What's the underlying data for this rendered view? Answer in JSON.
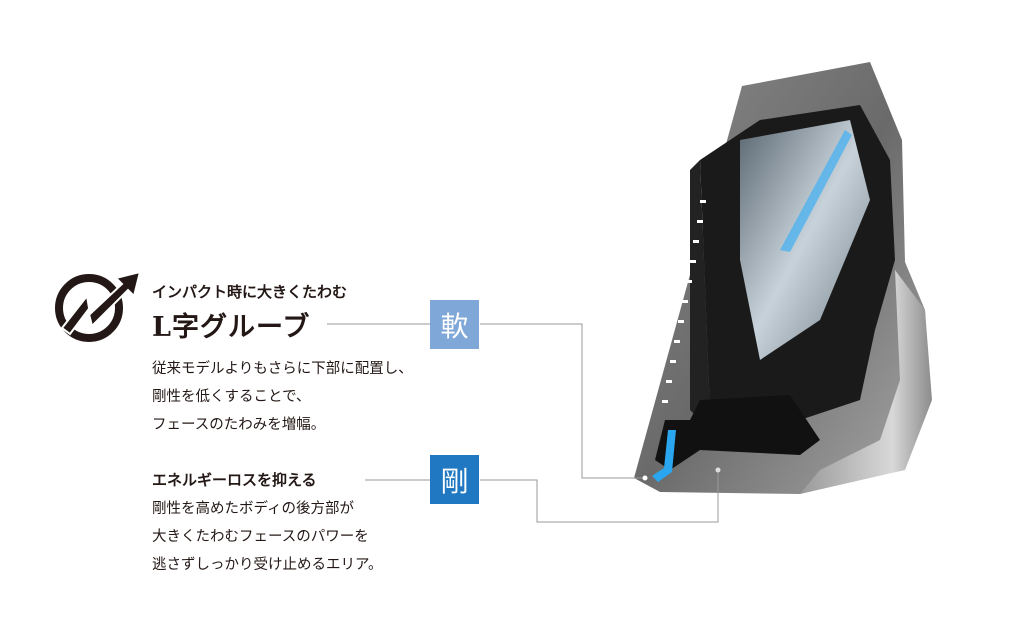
{
  "section1": {
    "subtitle": "インパクト時に大きくたわむ",
    "title": "L字グルーブ",
    "badge": "軟",
    "badge_color": "#7fa7d8",
    "lines": [
      "従来モデルよりもさらに下部に配置し、",
      "剛性を低くすることで、",
      "フェースのたわみを増幅。"
    ]
  },
  "section2": {
    "title": "エネルギーロスを抑える",
    "badge": "剛",
    "badge_color": "#1f78c1",
    "lines": [
      "剛性を高めたボディの後方部が",
      "大きくたわむフェースのパワーを",
      "逃さずしっかり受け止めるエリア。"
    ]
  },
  "icon": "rising-arrow-circle-icon"
}
